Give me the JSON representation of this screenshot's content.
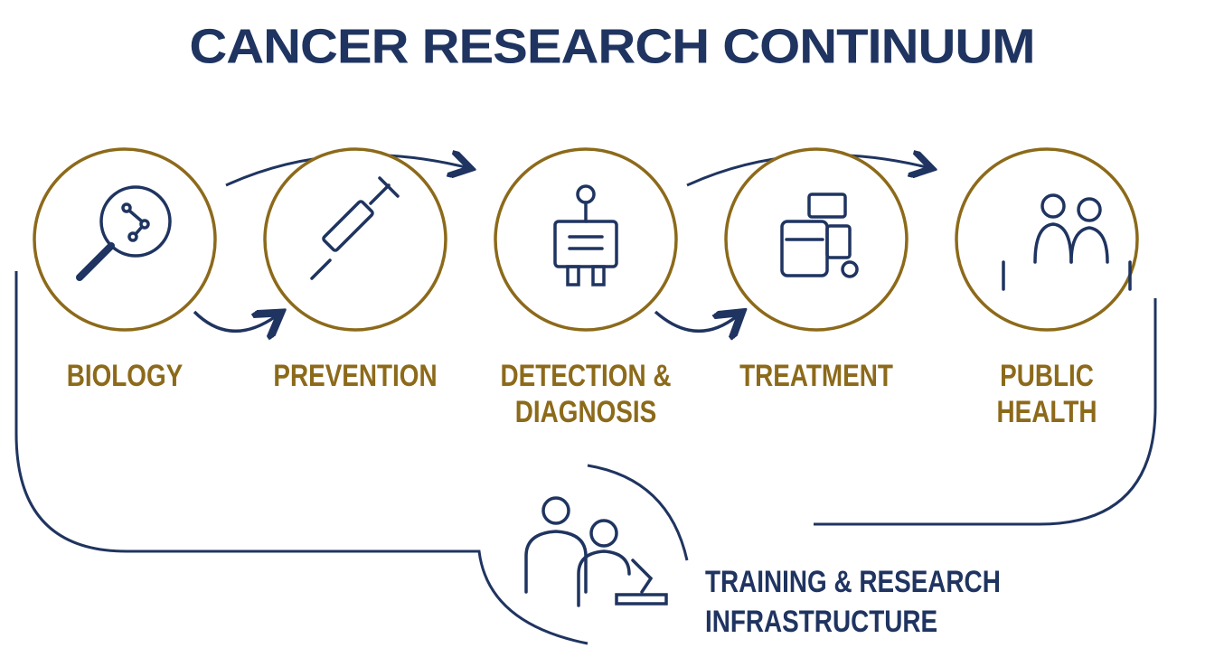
{
  "title": "CANCER RESEARCH CONTINUUM",
  "colors": {
    "navy": "#1f3460",
    "gold": "#8c6a1a"
  },
  "stages": [
    {
      "label": "BIOLOGY",
      "icon": "magnifier-molecule-icon"
    },
    {
      "label": "PREVENTION",
      "icon": "syringe-icon"
    },
    {
      "label": "DETECTION & DIAGNOSIS",
      "icon": "scanner-icon"
    },
    {
      "label": "TREATMENT",
      "icon": "medication-icon"
    },
    {
      "label": "PUBLIC HEALTH",
      "icon": "community-icon"
    }
  ],
  "bottom": {
    "label": "TRAINING & RESEARCH INFRASTRUCTURE",
    "icon": "researchers-microscope-icon"
  }
}
